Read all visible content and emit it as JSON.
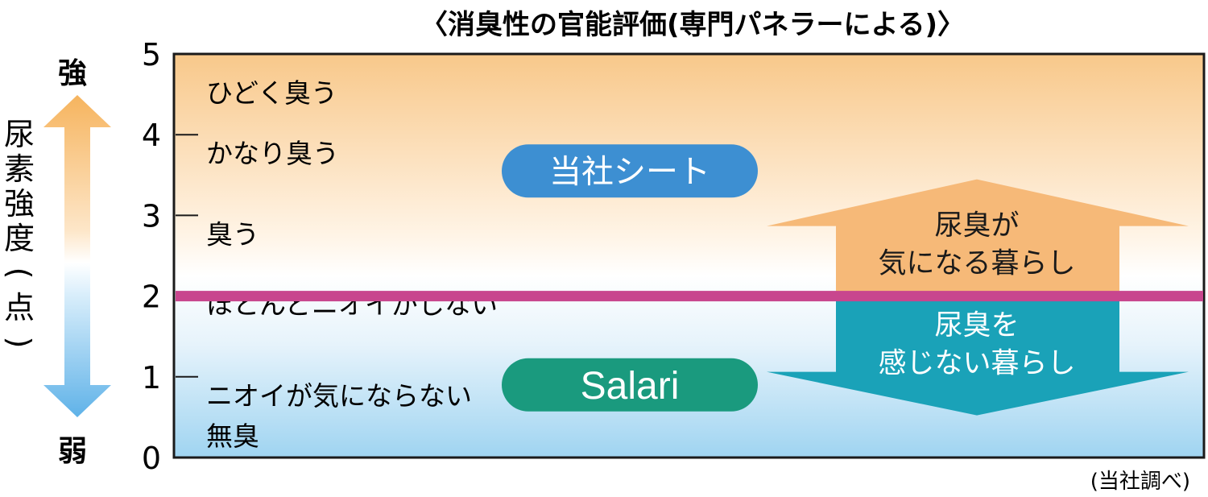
{
  "chart_data": {
    "type": "bar",
    "title": "〈消臭性の官能評価(専門パネラーによる)〉",
    "ylabel": "尿素強度(点)",
    "ylim": [
      0,
      5
    ],
    "y_ticks": [
      "0",
      "1",
      "2",
      "3",
      "4",
      "5"
    ],
    "y_strong_label": "強",
    "y_weak_label": "弱",
    "levels": [
      {
        "value": 0,
        "label": "無臭"
      },
      {
        "value": 1,
        "label": "ニオイが気にならない"
      },
      {
        "value": 2,
        "label": "ほとんどニオイがしない"
      },
      {
        "value": 3,
        "label": "臭う"
      },
      {
        "value": 4,
        "label": "かなり臭う"
      },
      {
        "value": 5,
        "label": "ひどく臭う"
      }
    ],
    "threshold": 2,
    "series": [
      {
        "name": "当社シート",
        "value": 3.55,
        "color": "#3d8fd2"
      },
      {
        "name": "Salari",
        "value": 0.9,
        "color": "#1a9a7e"
      }
    ],
    "zones": [
      {
        "lines": [
          "尿臭が",
          "気になる暮らし"
        ],
        "direction": "up",
        "color": "#f6b978"
      },
      {
        "lines": [
          "尿臭を",
          "感じない暮らし"
        ],
        "direction": "down",
        "color": "#1aa2b8"
      }
    ],
    "threshold_color": "#c8468e",
    "source": "(当社調べ)"
  }
}
